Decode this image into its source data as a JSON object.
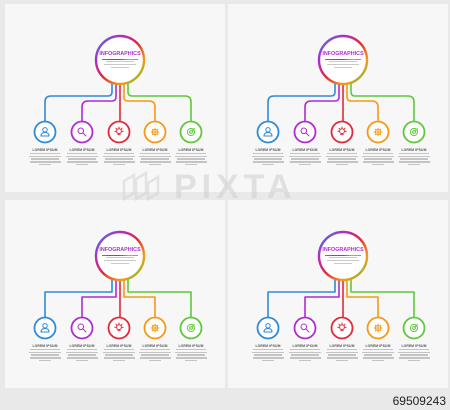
{
  "infographic": {
    "center_title": "INFOGRAPHICS",
    "item_title": "LOREM IPSUM",
    "colors": {
      "blue": "#2e8bd8",
      "purple": "#b02bd0",
      "red": "#e02a3a",
      "orange": "#f59a16",
      "green": "#5fc83c"
    },
    "items": [
      {
        "color": "blue",
        "icon": "user-icon"
      },
      {
        "color": "purple",
        "icon": "search-icon"
      },
      {
        "color": "red",
        "icon": "lightbulb-icon"
      },
      {
        "color": "orange",
        "icon": "gear-icon"
      },
      {
        "color": "green",
        "icon": "target-icon"
      }
    ]
  },
  "panels": [
    {
      "variant": "rounded-connectors"
    },
    {
      "variant": "rounded-connectors"
    },
    {
      "variant": "square-connectors"
    },
    {
      "variant": "square-connectors"
    }
  ],
  "watermark": {
    "text": "PIXTA"
  },
  "footer": {
    "image_id": "69509243"
  }
}
